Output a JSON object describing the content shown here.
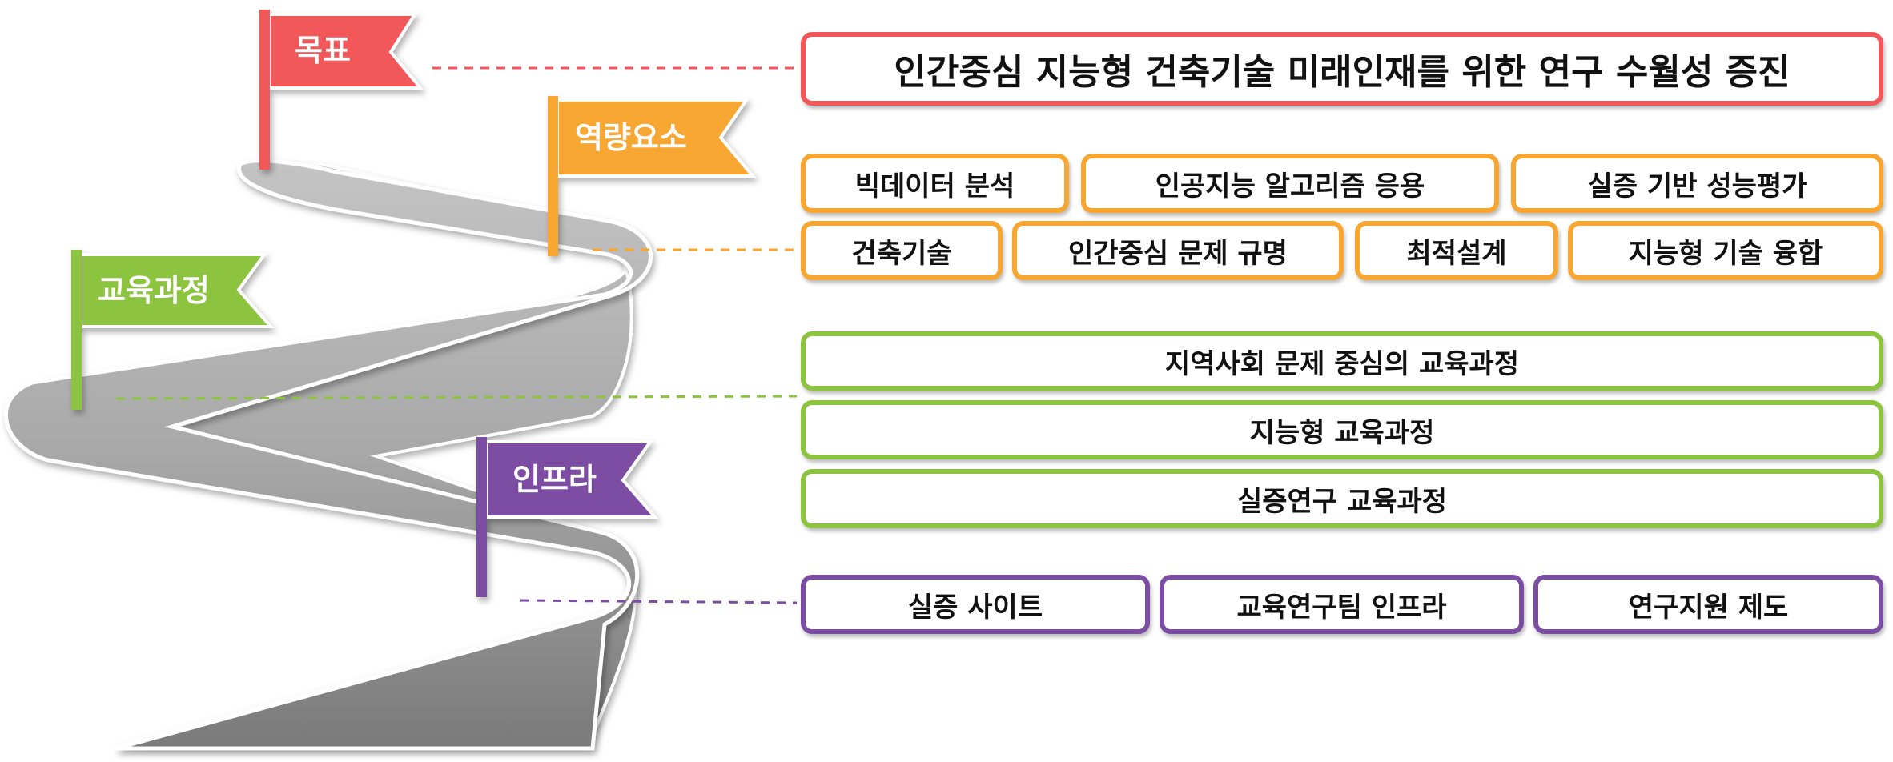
{
  "colors": {
    "goal": "#f2585a",
    "competency": "#f7a731",
    "curriculum": "#8cc43f",
    "infrastructure": "#7b4ea3",
    "road": "#9b9b9b"
  },
  "flags": {
    "goal": "목표",
    "competency": "역량요소",
    "curriculum": "교육과정",
    "infrastructure": "인프라"
  },
  "goal": {
    "text": "인간중심 지능형 건축기술 미래인재를 위한 연구 수월성 증진"
  },
  "competency": {
    "row1": [
      "빅데이터 분석",
      "인공지능 알고리즘 응용",
      "실증 기반 성능평가"
    ],
    "row2": [
      "건축기술",
      "인간중심 문제 규명",
      "최적설계",
      "지능형 기술 융합"
    ]
  },
  "curriculum": {
    "items": [
      "지역사회 문제 중심의 교육과정",
      "지능형 교육과정",
      "실증연구 교육과정"
    ]
  },
  "infrastructure": {
    "items": [
      "실증 사이트",
      "교육연구팀 인프라",
      "연구지원 제도"
    ]
  }
}
